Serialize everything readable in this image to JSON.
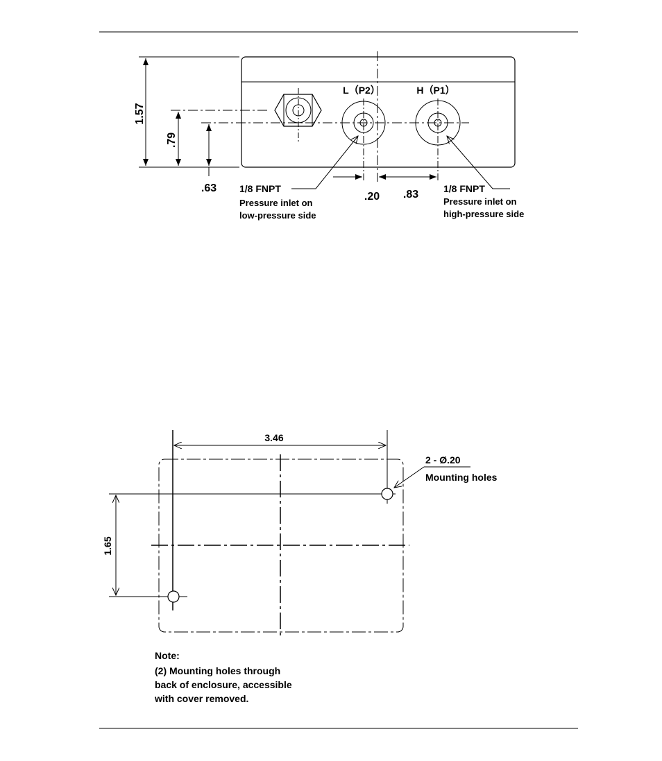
{
  "top_view": {
    "height_total": "1.57",
    "height_center": ".79",
    "height_port": ".63",
    "offset_low": ".20",
    "port_spacing": ".83",
    "port_low_label": "L（P2）",
    "port_high_label": "H（P1）",
    "low_callout": {
      "size": "1/8 FNPT",
      "line1": "Pressure inlet on",
      "line2": "low-pressure side"
    },
    "high_callout": {
      "size": "1/8 FNPT",
      "line1": "Pressure inlet on",
      "line2": "high-pressure side"
    }
  },
  "back_view": {
    "width_dim": "3.46",
    "height_dim": "1.65",
    "holes_callout": {
      "line1": "2 - Ø.20",
      "line2": "Mounting holes"
    },
    "note": {
      "title": "Note:",
      "lines": [
        "(2) Mounting holes through",
        "back of enclosure, accessible",
        "with cover removed."
      ]
    }
  }
}
